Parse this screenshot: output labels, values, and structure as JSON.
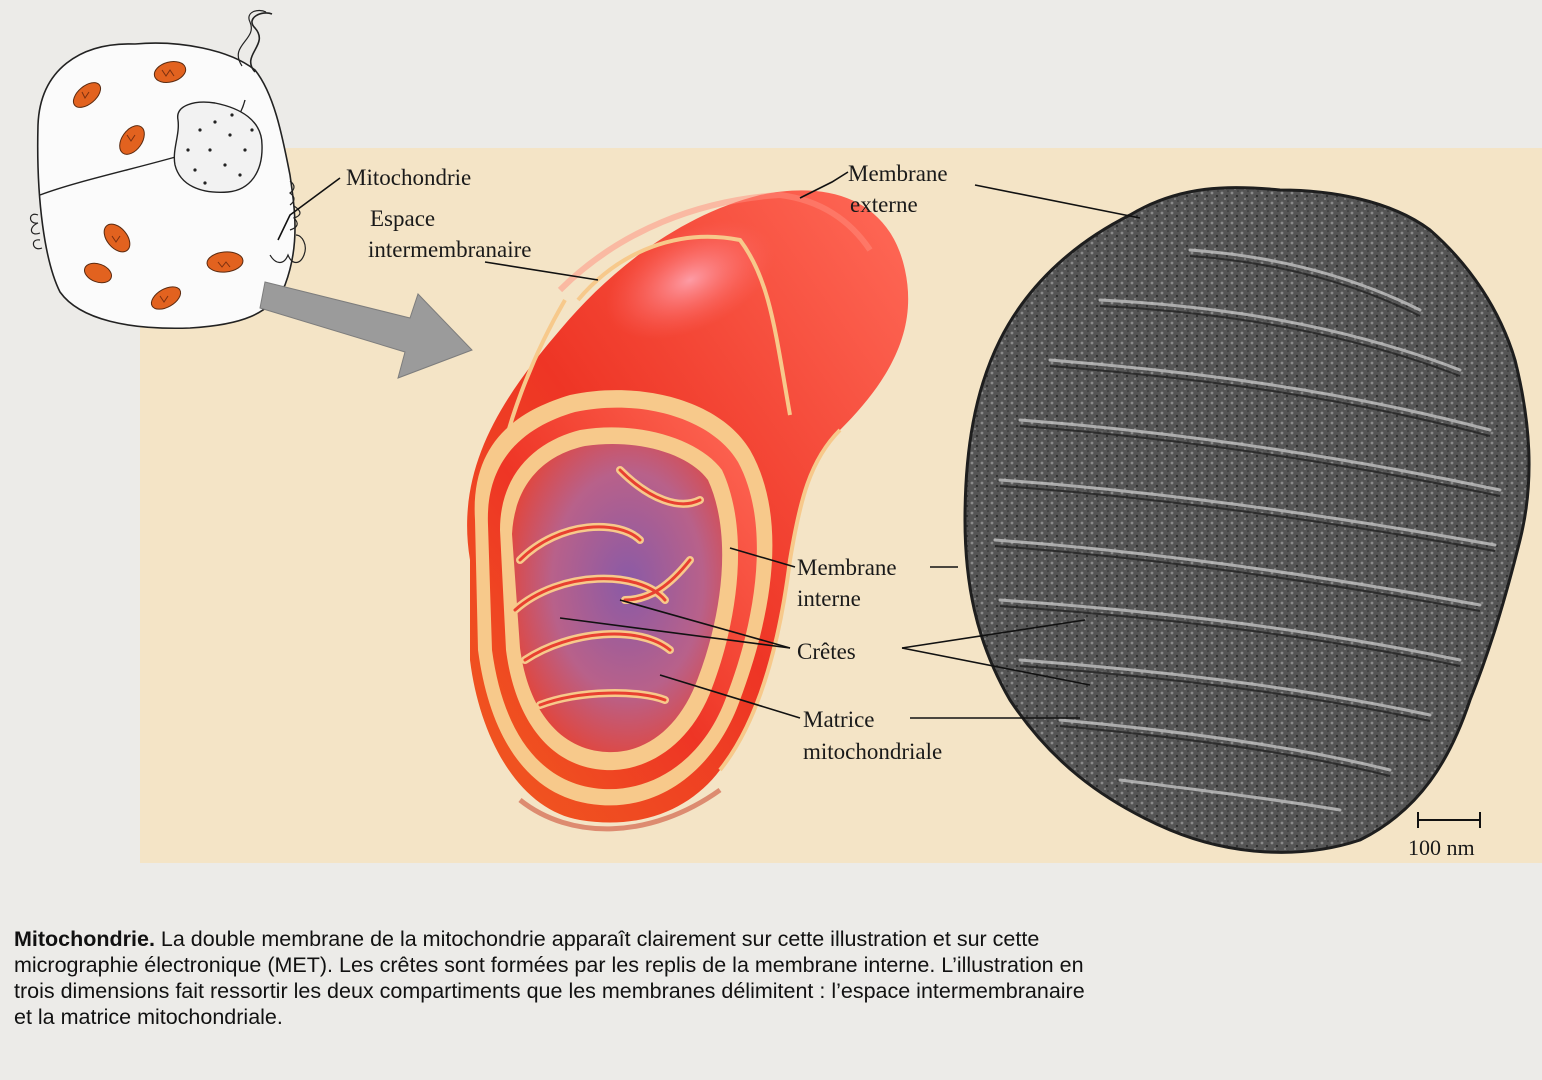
{
  "labels": {
    "mitochondrie": "Mitochondrie",
    "espace_1": "Espace",
    "espace_2": "intermembranaire",
    "membrane_externe_1": "Membrane",
    "membrane_externe_2": "externe",
    "membrane_interne_1": "Membrane",
    "membrane_interne_2": "interne",
    "cretes": "Crêtes",
    "matrice_1": "Matrice",
    "matrice_2": "mitochondriale",
    "scale": "100 nm"
  },
  "caption": {
    "title": "Mitochondrie.",
    "text": " La double membrane de la mitochondrie apparaît clairement sur cette illustration et sur cette micrographie électronique (MET). Les crêtes sont formées par les replis de la membrane interne. L’illustration en trois dimensions fait ressortir les deux compartiments que les membranes délimitent : l’espace intermembranaire et la matrice mitochondriale."
  },
  "colors": {
    "panel": "#f4e4c6",
    "mito_red": "#ee3a22",
    "membrane_tan": "#f7c98b",
    "matrix_purple": "#a8679a",
    "small_mito": "#e2621f",
    "micrograph": "#4a4a4a"
  }
}
